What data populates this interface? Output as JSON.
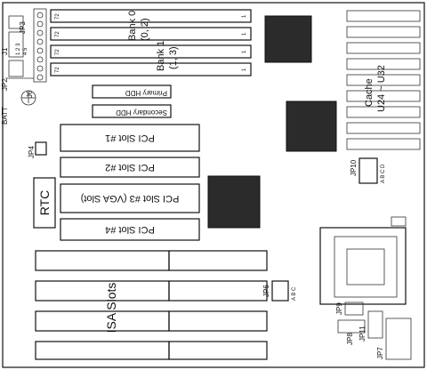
{
  "labels": {
    "jp3": "JP3",
    "j1": "J1",
    "jp2": "JP2",
    "batt": "BATT",
    "jp4": "JP4",
    "j6": "J6",
    "jp10": "JP10",
    "jp10_pins": "A B C D",
    "jp6": "JP6",
    "jp6_pins": "A B C",
    "jp8": "JP8",
    "jp9": "JP9",
    "jp7": "JP7",
    "jp11": "JP11",
    "j1_pins_top": "1 2 3",
    "j1_pins_bottom": "4 5",
    "rtc": "RTC",
    "bank0": "Bank 0",
    "bank0_sub": "(0, 2)",
    "bank1": "Bank 1",
    "bank1_sub": "(1, 3)",
    "cache": "Cache",
    "cache_sub": "U24 ~ U32",
    "primary_hdd": "Primary HDD",
    "secondary_hdd": "Secondary HDD",
    "pci1": "PCI Slot #1",
    "pci2": "PCI Slot #2",
    "pci3": "PCI Slot #3  (VGA Slot)",
    "pci4": "PCI Slot #4",
    "isa": "ISA Slots",
    "simm_pin72": "72",
    "simm_pin1": "1",
    "jp_one": "1"
  }
}
